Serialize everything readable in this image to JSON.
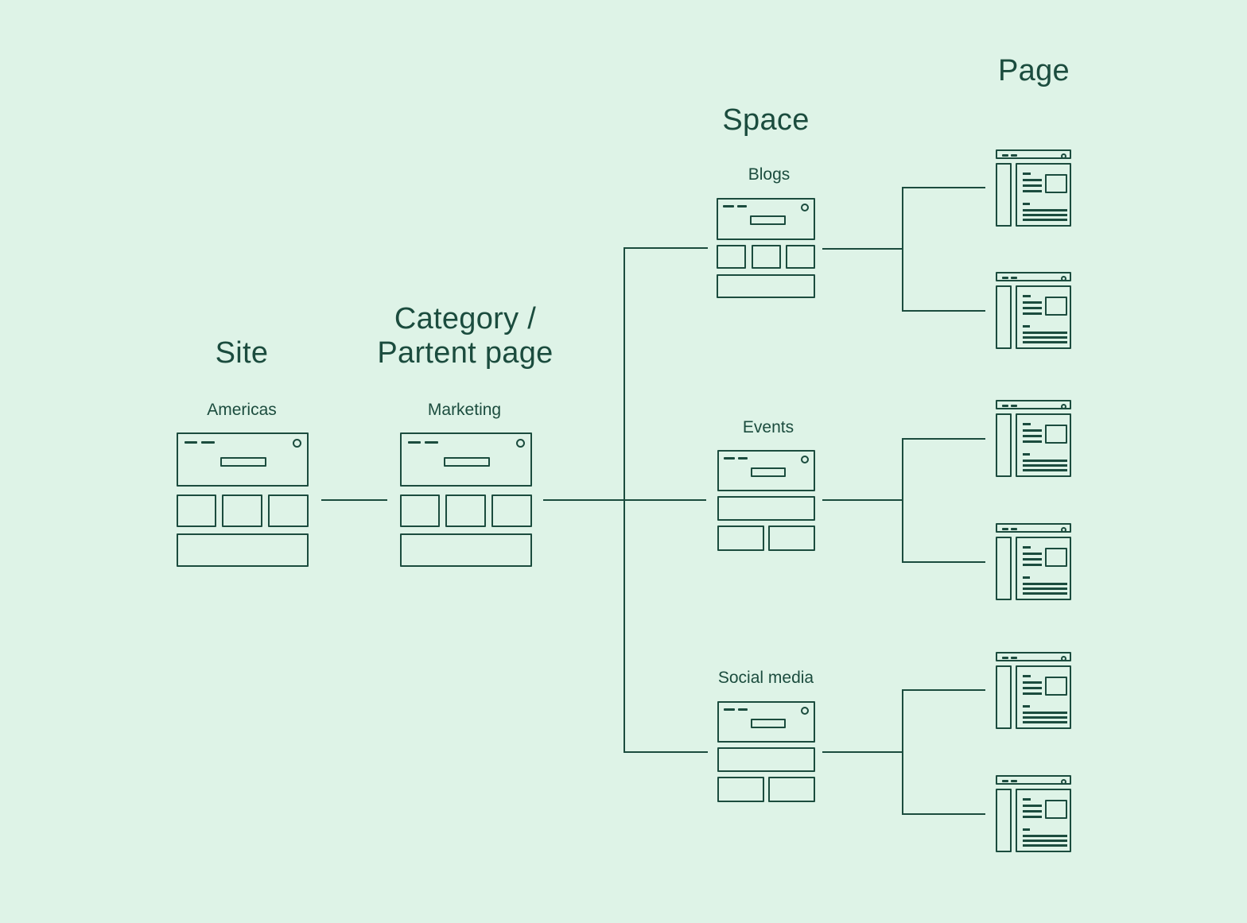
{
  "colors": {
    "background": "#def3e7",
    "ink": "#1b4c3e"
  },
  "headings": {
    "site": "Site",
    "category_line1": "Category /",
    "category_line2": "Partent page",
    "space": "Space",
    "page": "Page"
  },
  "labels": {
    "americas": "Americas",
    "marketing": "Marketing",
    "blogs": "Blogs",
    "events": "Events",
    "social": "Social media"
  },
  "icons": {
    "site_node": "browser-wireframe-icon",
    "space_node": "browser-wireframe-icon",
    "page_node": "document-page-wireframe-icon"
  },
  "hierarchy": {
    "site": "Americas",
    "category": "Marketing",
    "spaces": [
      {
        "label": "Blogs",
        "page_count": 2
      },
      {
        "label": "Events",
        "page_count": 2
      },
      {
        "label": "Social media",
        "page_count": 2
      }
    ]
  }
}
